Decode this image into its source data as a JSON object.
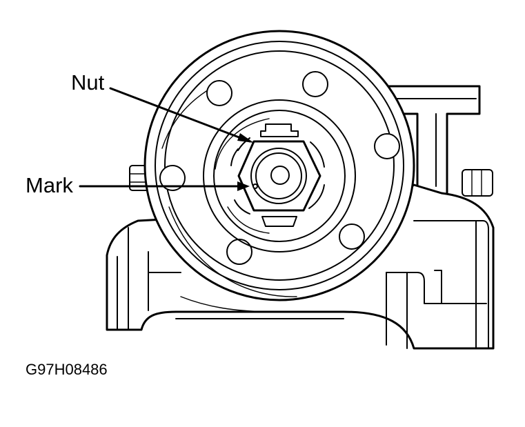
{
  "labels": {
    "nut": "Nut",
    "mark": "Mark"
  },
  "figure_id": "G97H08486"
}
